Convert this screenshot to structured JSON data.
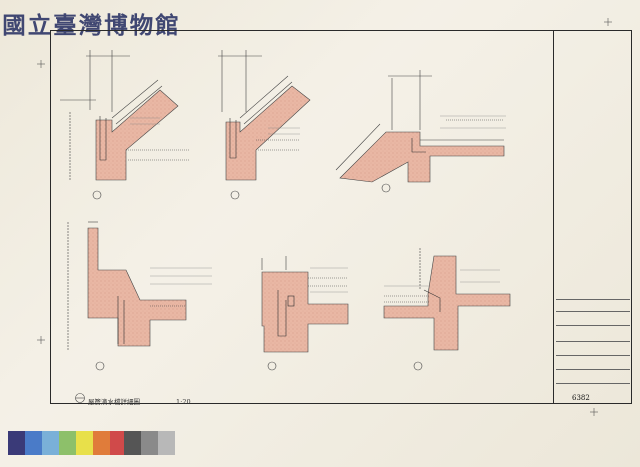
{
  "watermark": "國立臺灣博物館",
  "caption": {
    "title": "屋簷滴水檔詳細圖",
    "scale": "1:20"
  },
  "drawing_number": "6382",
  "colors": {
    "paper": "#f4f0e6",
    "concrete": "#e9b7a4",
    "line": "#2a2a2a",
    "watermark": "#222b60",
    "swatches": [
      "#3a3a78",
      "#4a7bc8",
      "#7ab0d8",
      "#8dc06a",
      "#e8e04a",
      "#e07c3a",
      "#d04a4a",
      "#e89ac0"
    ],
    "grays": [
      "#555555",
      "#8a8a8a",
      "#b8b8b8"
    ]
  }
}
